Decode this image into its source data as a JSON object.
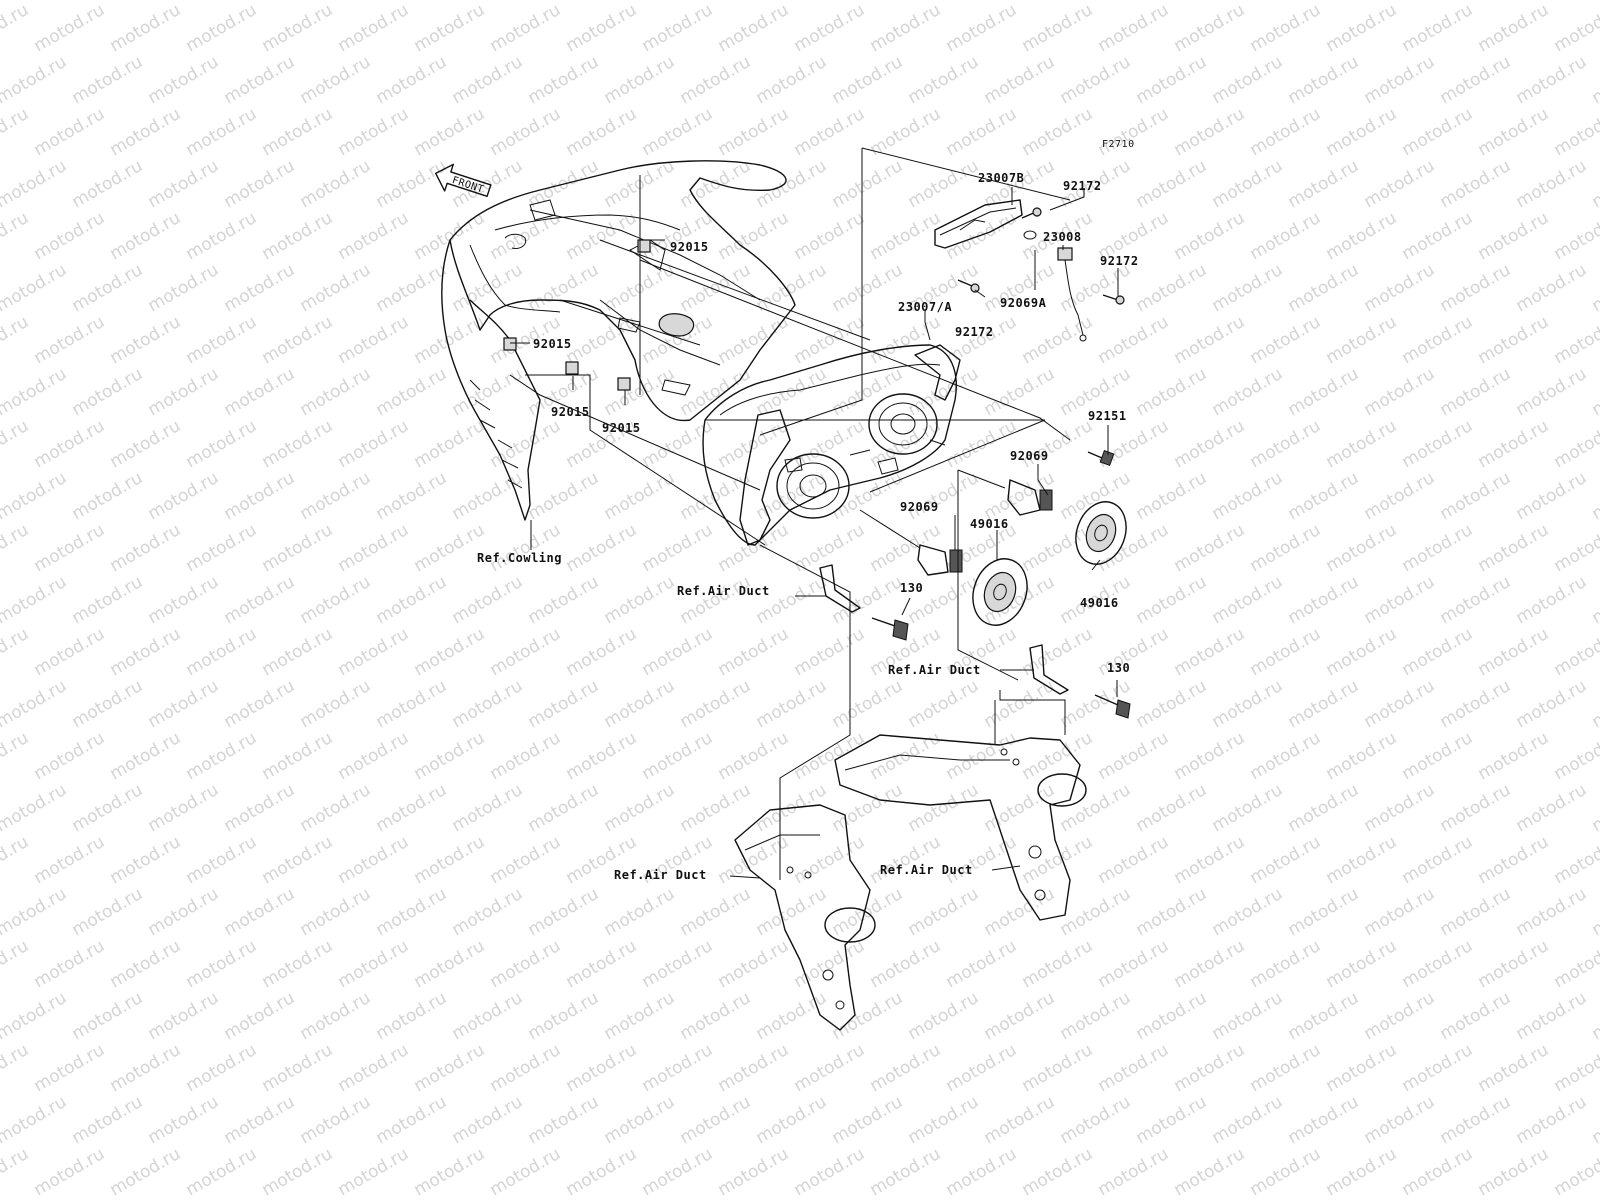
{
  "diagram": {
    "figure_code": "F2710",
    "front_arrow_label": "FRONT",
    "watermark_text": "motod.ru",
    "labels": {
      "l_23007B": "23007B",
      "l_92172_a": "92172",
      "l_23008": "23008",
      "l_92172_b": "92172",
      "l_23007A": "23007/A",
      "l_92069A": "92069A",
      "l_92172_c": "92172",
      "l_92015_a": "92015",
      "l_92015_b": "92015",
      "l_92015_c": "92015",
      "l_92015_d": "92015",
      "l_92151": "92151",
      "l_92069_a": "92069",
      "l_92069_b": "92069",
      "l_49016_a": "49016",
      "l_49016_b": "49016",
      "l_130_a": "130",
      "l_130_b": "130",
      "l_ref_cowling": "Ref.Cowling",
      "l_ref_air_duct_a": "Ref.Air Duct",
      "l_ref_air_duct_b": "Ref.Air Duct",
      "l_ref_air_duct_c": "Ref.Air Duct",
      "l_ref_air_duct_d": "Ref.Air Duct"
    }
  }
}
